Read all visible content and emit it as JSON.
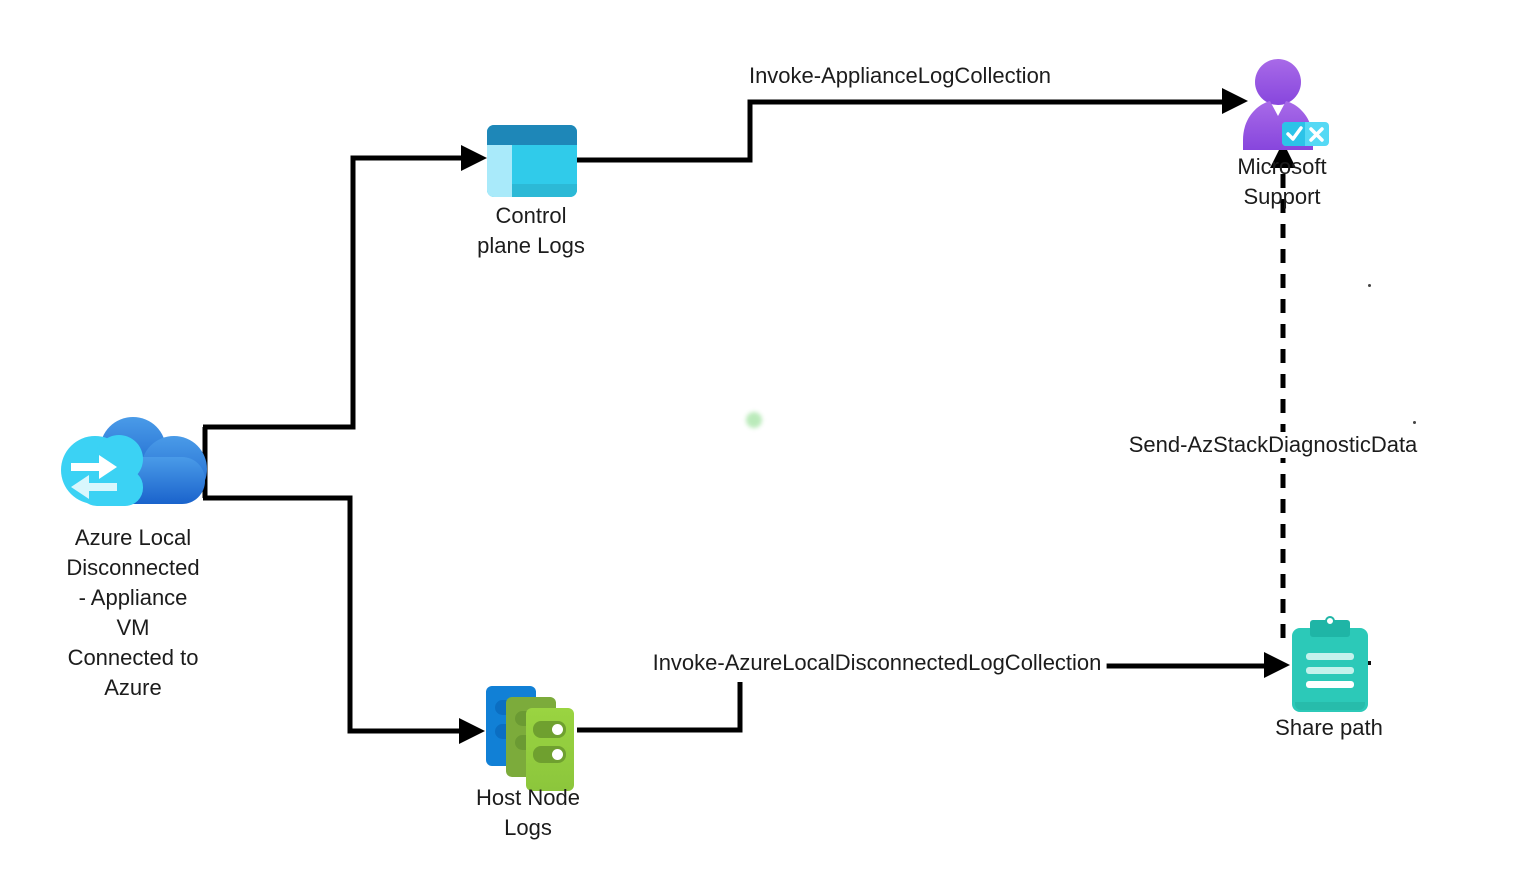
{
  "diagram": {
    "title": "Azure Local disconnected appliance log collection flow",
    "nodes": {
      "source": {
        "label": "Azure Local\nDisconnected\n- Appliance\nVM\nConnected to\nAzure",
        "icon": "azure-hybrid-cloud-icon"
      },
      "control_plane": {
        "label": "Control\nplane Logs",
        "icon": "window-logs-icon"
      },
      "host_node": {
        "label": "Host Node\nLogs",
        "icon": "server-stack-icon"
      },
      "support": {
        "label": "Microsoft\nSupport",
        "icon": "support-person-icon",
        "badge": "check-x-badge"
      },
      "share_path": {
        "label": "Share path",
        "icon": "clipboard-icon"
      }
    },
    "edges": {
      "appliance_log_collection": {
        "label": "Invoke-ApplianceLogCollection",
        "from": "control_plane",
        "to": "support",
        "style": "solid"
      },
      "local_disconnected_log_collection": {
        "label": "Invoke-AzureLocalDisconnectedLogCollection",
        "from": "host_node",
        "to": "share_path",
        "style": "solid"
      },
      "send_diagnostic_data": {
        "label": "Send-AzStackDiagnosticData",
        "from": "share_path",
        "to": "support",
        "style": "dashed"
      },
      "source_to_control_plane": {
        "label": "",
        "from": "source",
        "to": "control_plane",
        "style": "solid"
      },
      "source_to_host_node": {
        "label": "",
        "from": "source",
        "to": "host_node",
        "style": "solid"
      }
    },
    "colors": {
      "background": "#ffffff",
      "connector": "#000000",
      "text": "#1c1c1c",
      "cloud_blue_light": "#4a9be8",
      "cloud_blue_dark": "#1a63cc",
      "cloud_cyan": "#3bd2f4",
      "cloud_arrow_pale": "#d9f7fd",
      "control_plane_header": "#1e87b8",
      "control_plane_main": "#30cbea",
      "control_plane_left": "#a9eafa",
      "host_back": "#1180d6",
      "host_mid": "#7cab3b",
      "host_front": "#8cc63c",
      "person_purple_light": "#a86ae8",
      "person_purple_dark": "#8746dd",
      "badge_cyan_left": "#2cc3e8",
      "badge_cyan_right": "#55d9f5",
      "clipboard_teal": "#2cc9b8",
      "clipboard_clip": "#1fb5a6"
    }
  }
}
